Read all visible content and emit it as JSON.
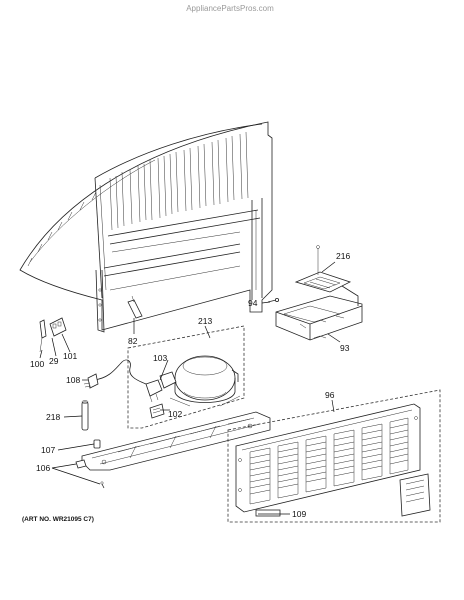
{
  "watermark": "AppliancePartsPros.com",
  "art_number": "(ART NO. WR21095 C7)",
  "callouts": {
    "c216": "216",
    "c94": "94",
    "c93": "93",
    "c213": "213",
    "c82": "82",
    "c100": "100",
    "c29": "29",
    "c101": "101",
    "c108": "108",
    "c103": "103",
    "c102": "102",
    "c218": "218",
    "c96": "96",
    "c107": "107",
    "c106": "106",
    "c109": "109"
  }
}
